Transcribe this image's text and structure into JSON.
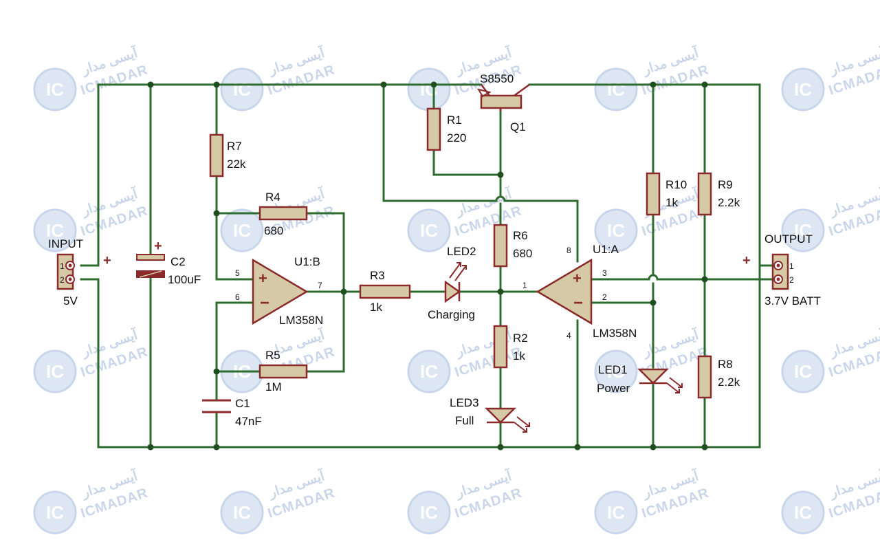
{
  "colors": {
    "wire": "#2e6b2e",
    "component_stroke": "#8b2a2a",
    "component_fill": "#d6c9a6",
    "text": "#111111",
    "watermark": "#c9d6ea"
  },
  "labels": {
    "input": "INPUT",
    "input_voltage": "5V",
    "output": "OUTPUT",
    "output_voltage": "3.7V BATT",
    "plus": "+",
    "pin1": "1",
    "pin2": "2",
    "q1_part": "S8550",
    "q1_ref": "Q1",
    "r1_ref": "R1",
    "r1_val": "220",
    "r2_ref": "R2",
    "r2_val": "1k",
    "r3_ref": "R3",
    "r3_val": "1k",
    "r4_ref": "R4",
    "r4_val": "680",
    "r5_ref": "R5",
    "r5_val": "1M",
    "r6_ref": "R6",
    "r6_val": "680",
    "r7_ref": "R7",
    "r7_val": "22k",
    "r8_ref": "R8",
    "r8_val": "2.2k",
    "r9_ref": "R9",
    "r9_val": "2.2k",
    "r10_ref": "R10",
    "r10_val": "1k",
    "c1_ref": "C1",
    "c1_val": "47nF",
    "c2_ref": "C2",
    "c2_val": "100uF",
    "u1b_ref": "U1:B",
    "u1b_part": "LM358N",
    "u1a_ref": "U1:A",
    "u1a_part": "LM358N",
    "led1_ref": "LED1",
    "led1_name": "Power",
    "led2_ref": "LED2",
    "led2_name": "Charging",
    "led3_ref": "LED3",
    "led3_name": "Full",
    "u1b_pin5": "5",
    "u1b_pin6": "6",
    "u1b_pin7": "7",
    "u1a_pin1": "1",
    "u1a_pin2": "2",
    "u1a_pin3": "3",
    "u1a_pin4": "4",
    "u1a_pin8": "8",
    "opamp_plus": "+",
    "opamp_minus": "−"
  },
  "watermark": {
    "latin": "ICMADAR",
    "farsi": "آیسی مدار",
    "logo": "IC"
  }
}
